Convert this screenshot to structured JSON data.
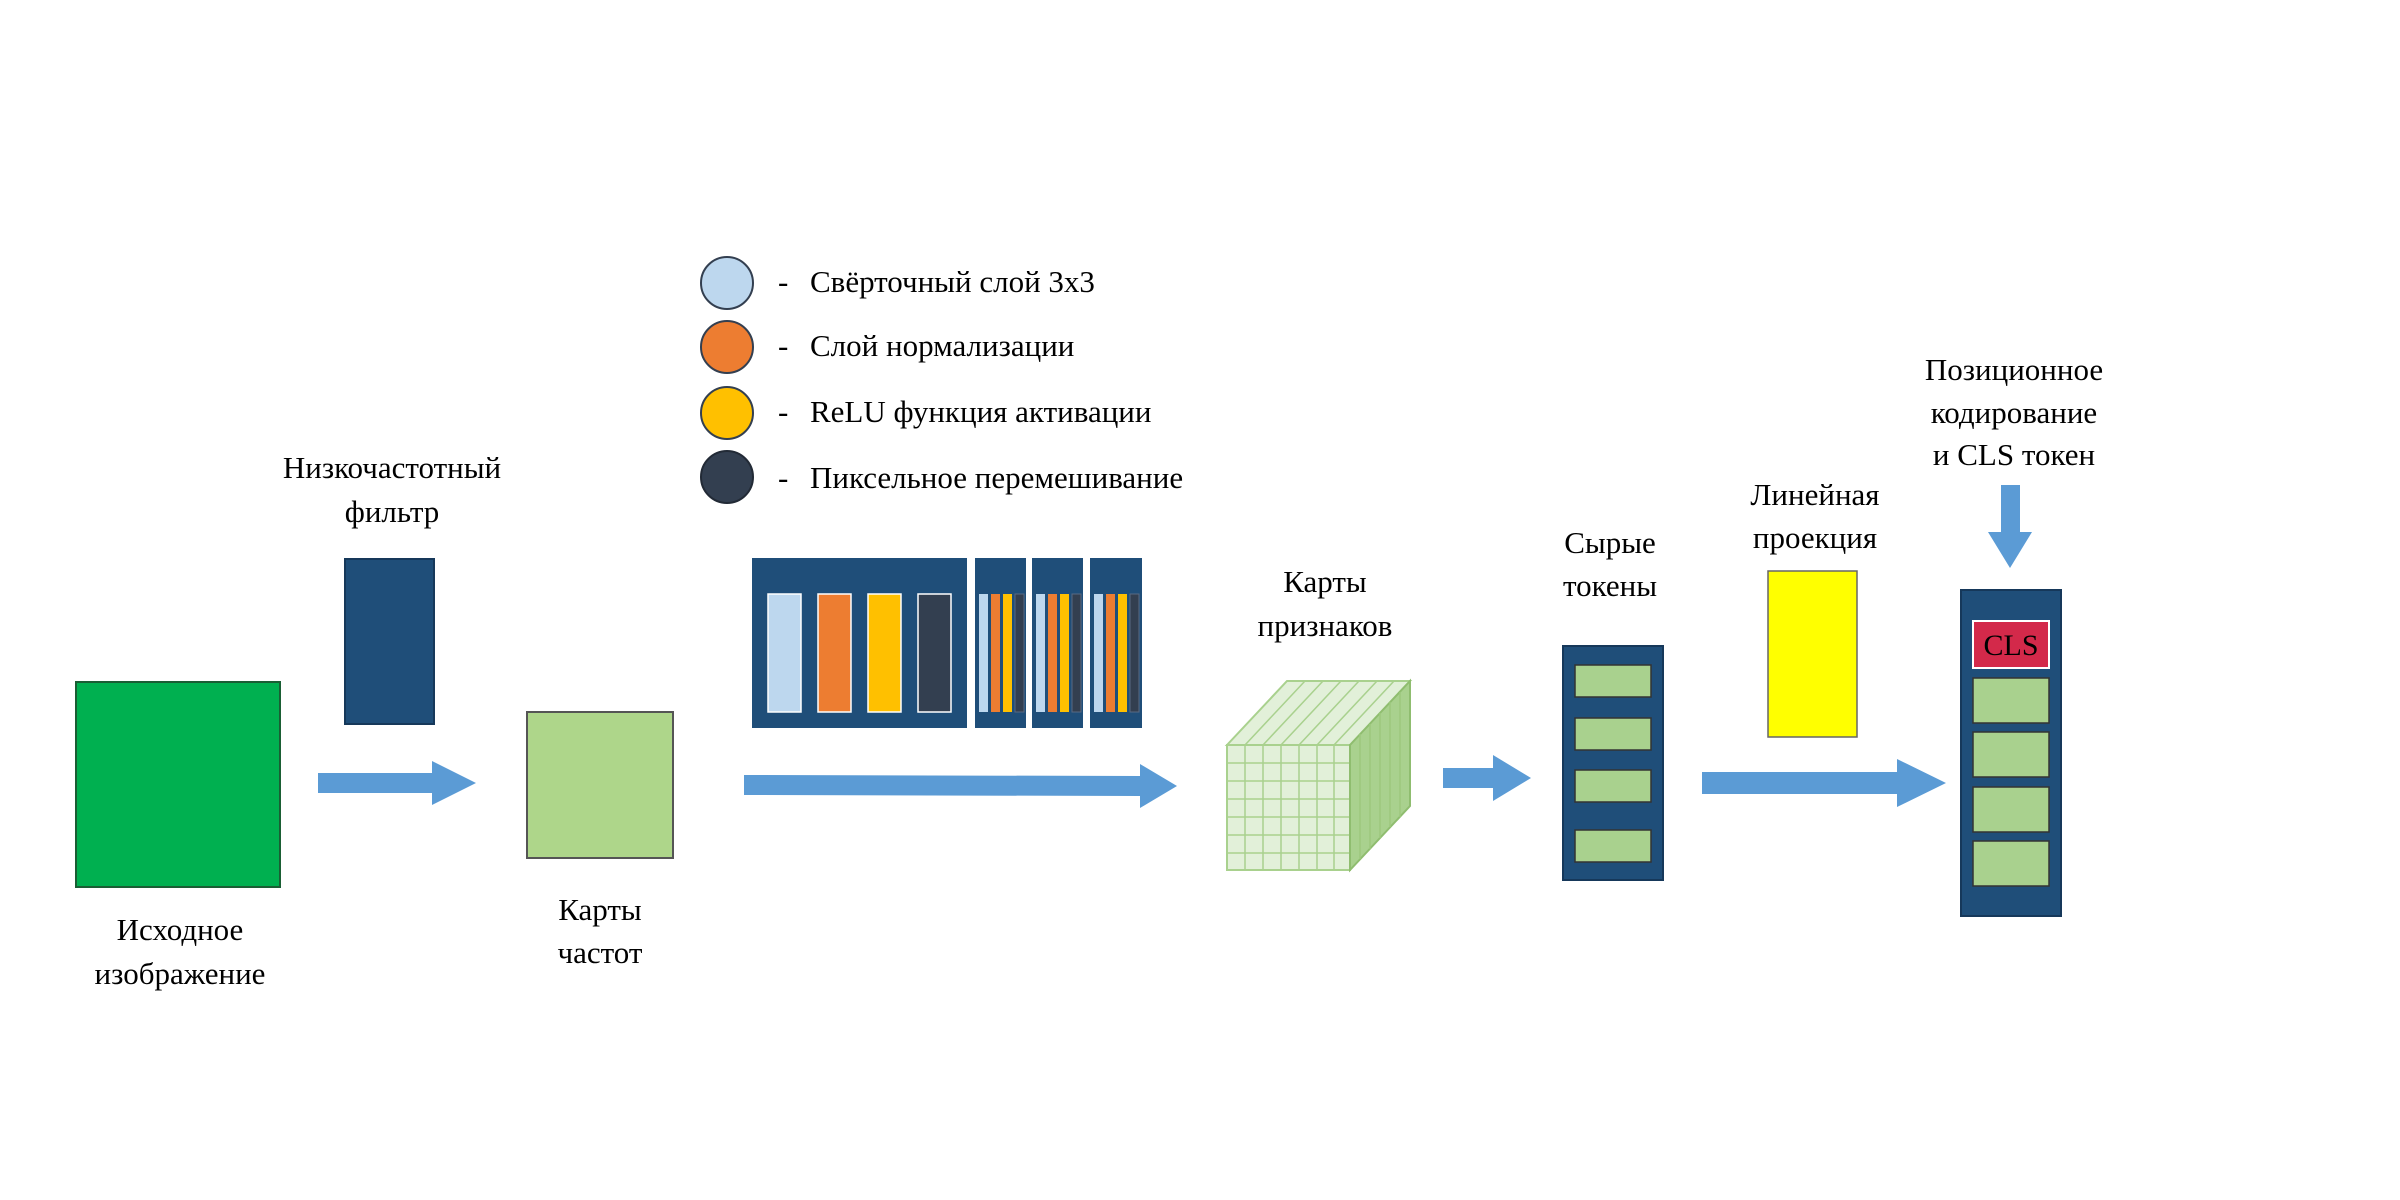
{
  "legend": [
    {
      "dash": "-",
      "text": "Свёрточный слой 3x3",
      "color": "#BDD7EE"
    },
    {
      "dash": "-",
      "text": "Слой нормализации",
      "color": "#ED7D31"
    },
    {
      "dash": "-",
      "text": "ReLU функция активации",
      "color": "#FFC000"
    },
    {
      "dash": "-",
      "text": "Пиксельное перемешивание",
      "color": "#333F50"
    }
  ],
  "labels": {
    "source_line1": "Исходное",
    "source_line2": "изображение",
    "filter_line1": "Низкочастотный",
    "filter_line2": "фильтр",
    "freq_line1": "Карты",
    "freq_line2": "частот",
    "features_line1": "Карты",
    "features_line2": "признаков",
    "raw_line1": "Сырые",
    "raw_line2": "токены",
    "linear_line1": "Линейная",
    "linear_line2": "проекция",
    "pos_line1": "Позиционное",
    "pos_line2": "кодирование",
    "pos_line3": "и CLS токен",
    "cls": "CLS"
  },
  "colors": {
    "source_image": "#00B050",
    "filter": "#1F4E79",
    "frequency_map": "#AED68A",
    "block_bg": "#1F4E79",
    "arrow": "#5B9BD5",
    "token": "#A9D18E",
    "projection": "#FFFF00",
    "cls": "#D3294A",
    "cube": "#E2F0D9",
    "cube_line": "#A9D18E"
  }
}
